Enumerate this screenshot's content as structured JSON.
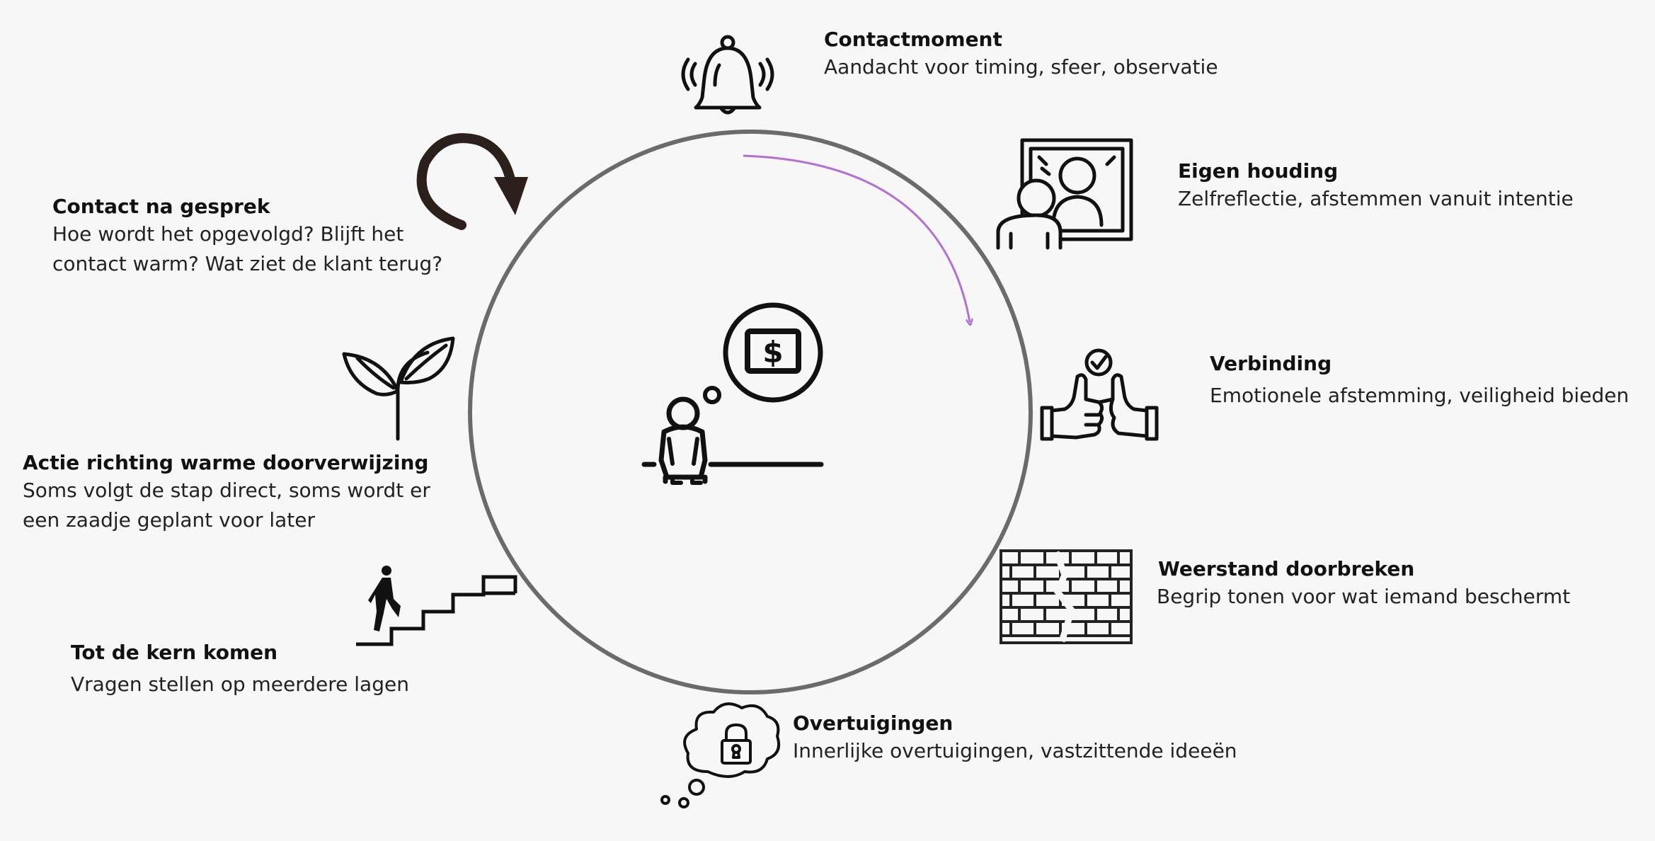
{
  "steps": [
    {
      "id": "contactmoment",
      "title": "Contactmoment",
      "desc": "Aandacht voor timing, sfeer, observatie",
      "icon": "bell-icon"
    },
    {
      "id": "eigen-houding",
      "title": "Eigen houding",
      "desc": "Zelfreflectie, afstemmen vanuit intentie",
      "icon": "mirror-reflection-icon"
    },
    {
      "id": "verbinding",
      "title": "Verbinding",
      "desc": "Emotionele afstemming, veiligheid bieden",
      "icon": "thumbs-up-icon"
    },
    {
      "id": "weerstand",
      "title": "Weerstand doorbreken",
      "desc": "Begrip tonen voor wat iemand beschermt",
      "icon": "brick-wall-icon"
    },
    {
      "id": "overtuigingen",
      "title": "Overtuigingen",
      "desc": "Innerlijke overtuigingen, vastzittende ideeën",
      "icon": "thought-cloud-lock-icon"
    },
    {
      "id": "kern",
      "title": "Tot de kern komen",
      "desc": "Vragen stellen op meerdere lagen",
      "icon": "climbing-stairs-icon"
    },
    {
      "id": "actie",
      "title": "Actie richting warme doorverwijzing",
      "desc": "Soms volgt de stap direct, soms wordt er een zaadje geplant voor later",
      "icon": "sprout-icon"
    },
    {
      "id": "nazorg",
      "title": "Contact na gesprek",
      "desc": "Hoe wordt het opgevolgd? Blijft het contact warm? Wat ziet de klant terug?",
      "icon": "cycle-arrow-icon"
    }
  ],
  "center_icon": "worried-person-money-icon",
  "colors": {
    "background": "#f7f7f7",
    "circle": "#6b6b6b",
    "arrow": "#b271d2",
    "icon": "#111111",
    "cycle_arrow": "#2b201c"
  }
}
